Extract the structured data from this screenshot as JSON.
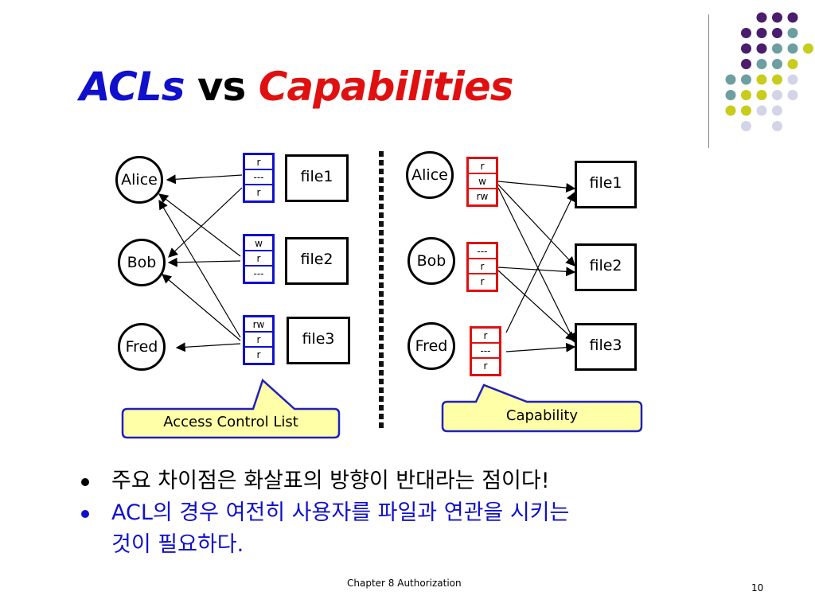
{
  "title": {
    "part1": "ACLs",
    "part2": "vs",
    "part3": "Capabilities"
  },
  "acl": {
    "users": [
      "Alice",
      "Bob",
      "Fred"
    ],
    "files": [
      "file1",
      "file2",
      "file3"
    ],
    "lists": [
      [
        "r",
        "---",
        "r"
      ],
      [
        "w",
        "r",
        "---"
      ],
      [
        "rw",
        "r",
        "r"
      ]
    ],
    "callout": "Access Control List"
  },
  "cap": {
    "users": [
      "Alice",
      "Bob",
      "Fred"
    ],
    "files": [
      "file1",
      "file2",
      "file3"
    ],
    "lists": [
      [
        "r",
        "w",
        "rw"
      ],
      [
        "---",
        "r",
        "r"
      ],
      [
        "r",
        "---",
        "r"
      ]
    ],
    "callout": "Capability"
  },
  "bullets": [
    "주요 차이점은 화살표의 방향이 반대라는 점이다!",
    "ACL의 경우 여전히 사용자를 파일과 연관을 시키는",
    "것이 필요하다."
  ],
  "footer": "Chapter 8 Authorization",
  "page_number": "10",
  "colors": {
    "acl_accent": "#1010d0",
    "cap_accent": "#e01010",
    "callout_fill": "#ffffa8",
    "callout_border": "#2020c0"
  },
  "decor_dots": {
    "colors": [
      "#4a1d6e",
      "#6e9fa0",
      "#c8cc1a",
      "#d4d4e8"
    ],
    "rows": [
      [
        null,
        null,
        0,
        0,
        0
      ],
      [
        null,
        0,
        0,
        0,
        1
      ],
      [
        null,
        0,
        0,
        1,
        1,
        2
      ],
      [
        null,
        0,
        1,
        1,
        2
      ],
      [
        1,
        1,
        2,
        2,
        3
      ],
      [
        1,
        2,
        2,
        3,
        3
      ],
      [
        2,
        2,
        3,
        3
      ],
      [
        null,
        3,
        null,
        3
      ]
    ]
  }
}
